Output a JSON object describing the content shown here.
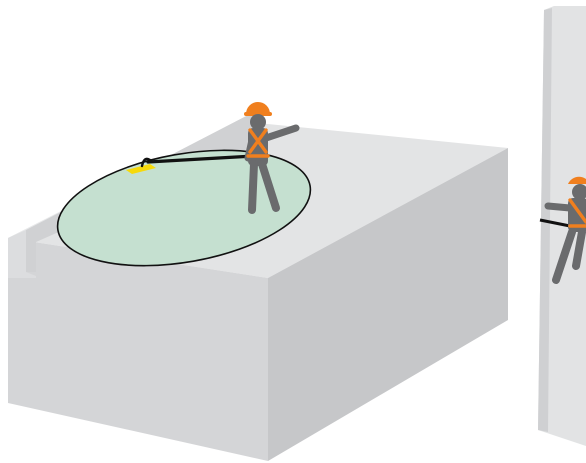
{
  "colors": {
    "background": "#ffffff",
    "block_top": "#e3e4e5",
    "block_left": "#d4d5d7",
    "block_right": "#c6c7c9",
    "parapet_top": "#e8e9ea",
    "parapet_front": "#d0d1d3",
    "parapet_end": "#dcdddf",
    "fall_zone": "#c5e0d0",
    "lanyard": "#111111",
    "anchor": "#f6d90a",
    "helmet": "#f07f1e",
    "harness": "#f07f1e",
    "worker_body": "#6a6b6d",
    "column_light": "#e2e3e4",
    "column_shadow": "#cfd0d2"
  },
  "scene": {
    "left_panel": {
      "structure": "parapet-wall-on-block",
      "anchor_type": "anchor-plate",
      "zone": "fall-restraint-radius"
    },
    "right_panel": {
      "structure": "tapered-column",
      "worker_state": "suspended"
    }
  },
  "icons": [
    "helmet-icon",
    "harness-icon",
    "anchor-icon"
  ]
}
